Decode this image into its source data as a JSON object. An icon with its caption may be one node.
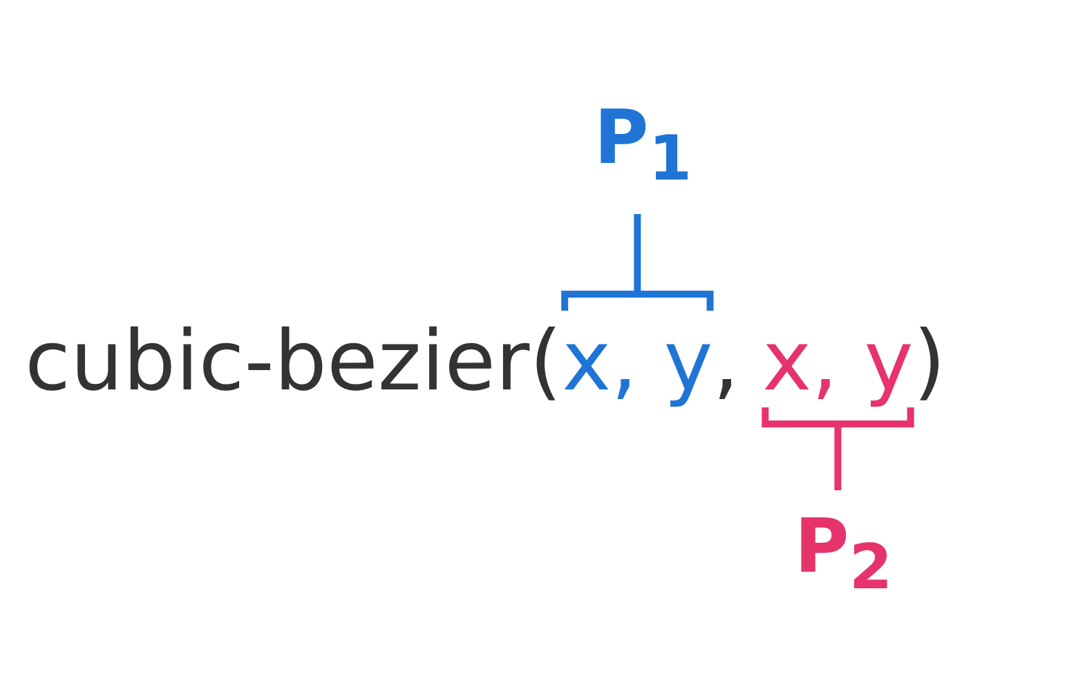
{
  "diagram": {
    "labels": [
      "P$_{1}$",
      "cubic-bezier(",
      "x, y",
      ",",
      "x, y",
      ")",
      "P$_{2}$"
    ]
  }
}
